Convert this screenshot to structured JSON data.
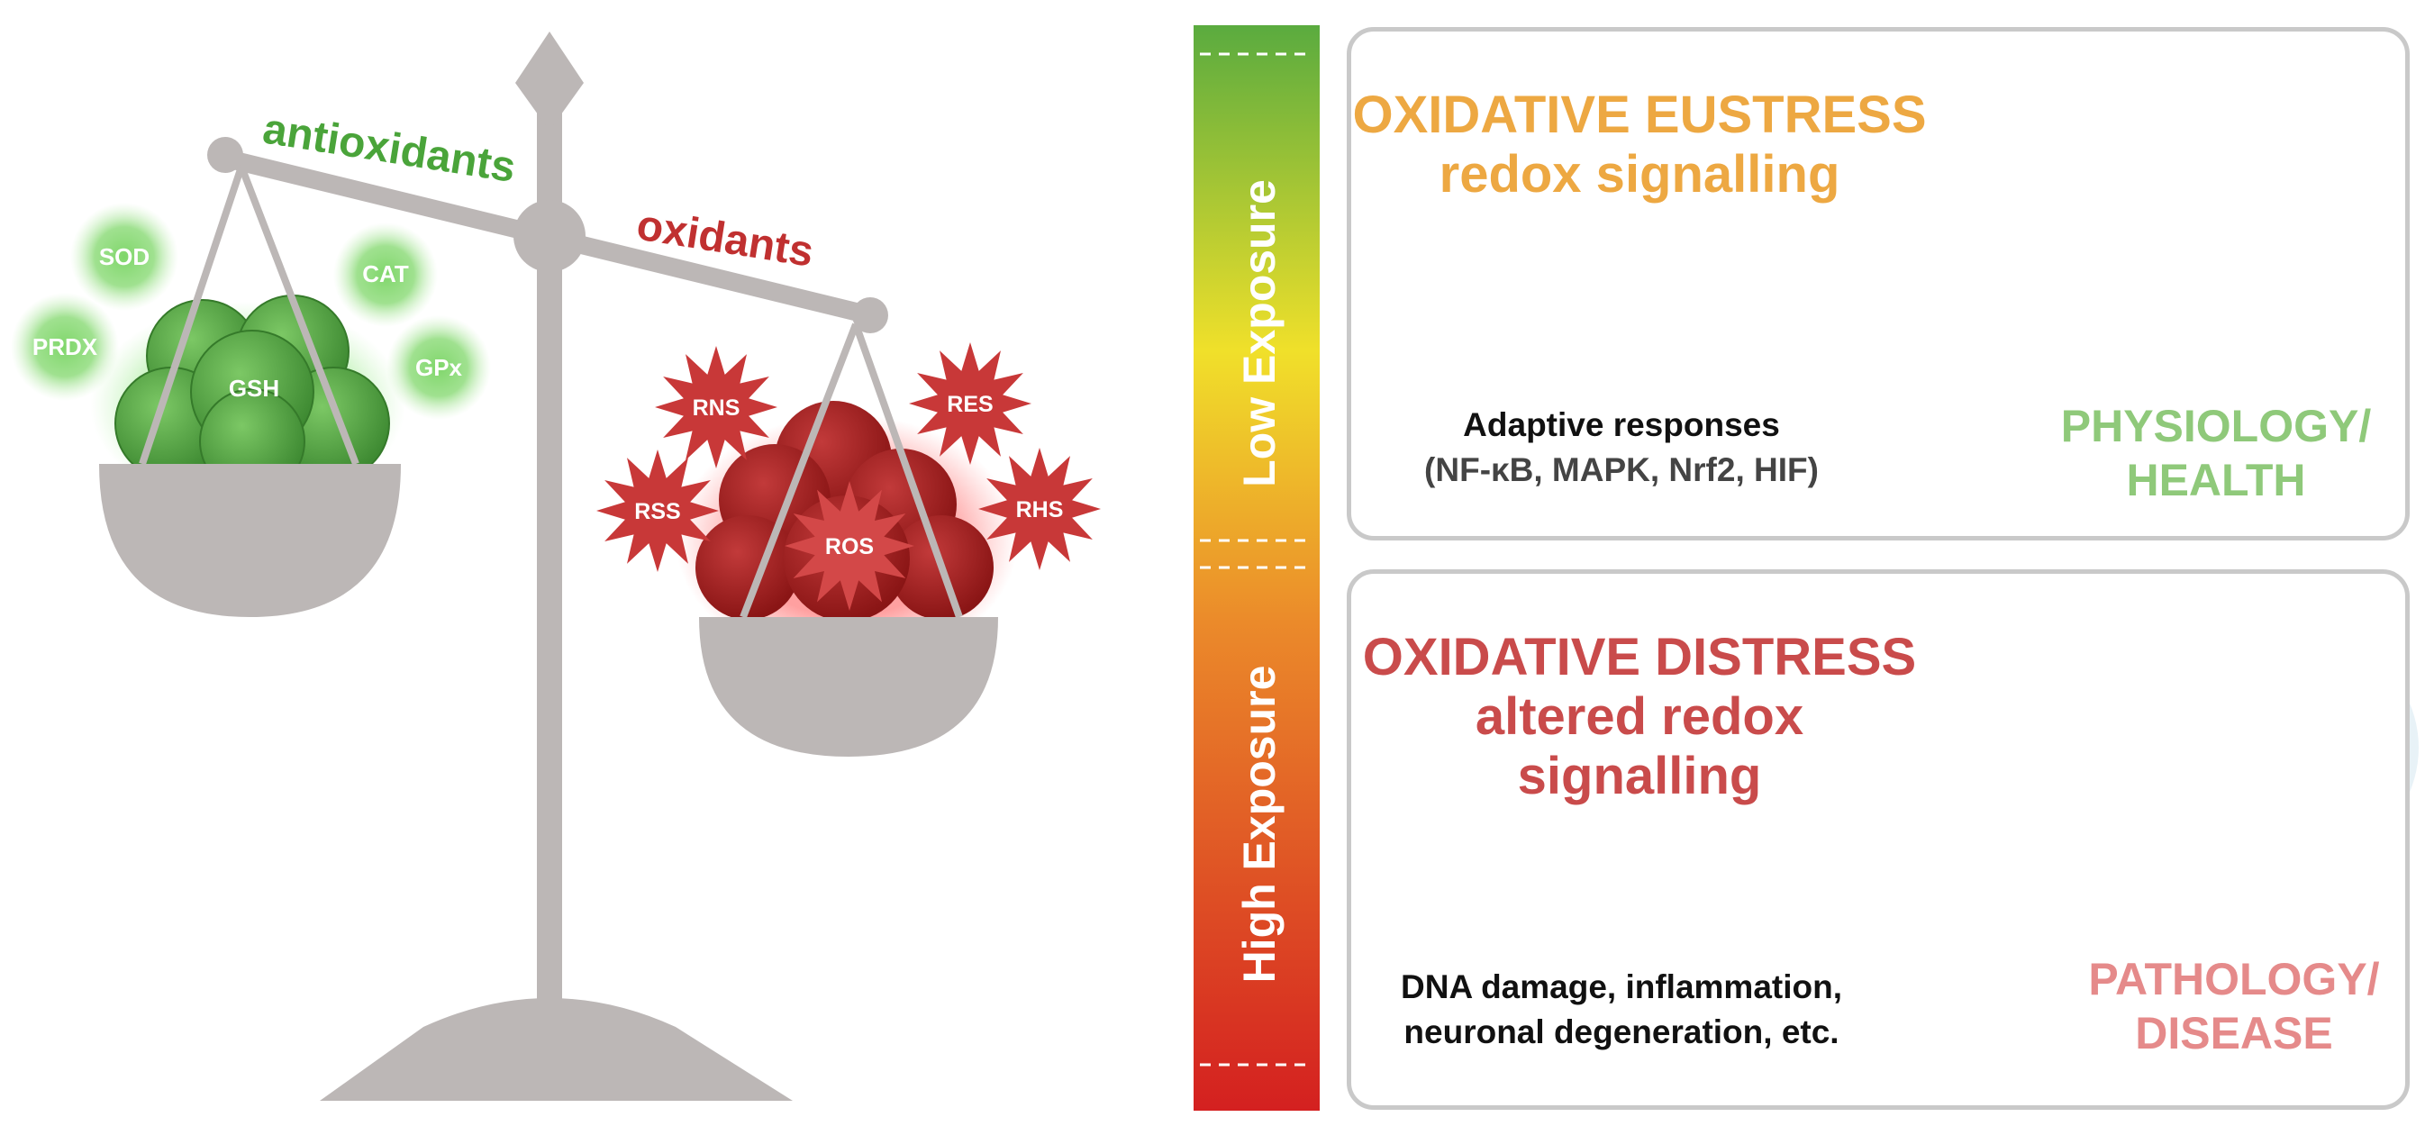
{
  "scale": {
    "antioxidants_label": "antioxidants",
    "oxidants_label": "oxidants",
    "antioxidant_species": [
      "SOD",
      "CAT",
      "PRDX",
      "GSH",
      "GPx"
    ],
    "oxidant_species": [
      "RNS",
      "RES",
      "RSS",
      "ROS",
      "RHS"
    ]
  },
  "gradient_bar": {
    "top_label": "Low Exposure",
    "bottom_label": "High Exposure",
    "colors": [
      "#5aab3f",
      "#f0e02a",
      "#eb8a2a",
      "#d42020"
    ]
  },
  "eustress": {
    "title_line1": "OXIDATIVE EUSTRESS",
    "title_line2": "redox signalling",
    "desc_line1": "Adaptive responses",
    "desc_line2": "(NF-κB, MAPK, Nrf2, HIF)",
    "outcome_line1": "PHYSIOLOGY/",
    "outcome_line2": "HEALTH",
    "title_color": "#eda842",
    "outcome_color": "#8fc97a"
  },
  "distress": {
    "title_line1": "OXIDATIVE DISTRESS",
    "title_line2": "altered redox signalling",
    "desc_line1": "DNA damage, inflammation,",
    "desc_line2": "neuronal degeneration, etc.",
    "outcome_line1": "PATHOLOGY/",
    "outcome_line2": "DISEASE",
    "title_color": "#c94b4b",
    "outcome_color": "#e58a8a"
  }
}
